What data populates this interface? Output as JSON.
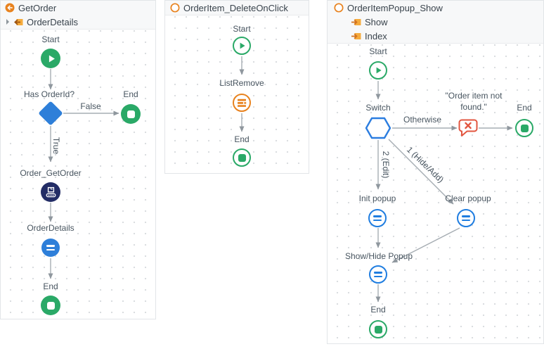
{
  "colors": {
    "green": "#2aa967",
    "blue_solid": "#2e7fd9",
    "blue_ring": "#1f7de0",
    "orange": "#e8821e",
    "red_message": "#e2553f",
    "navy_action": "#232d66",
    "param_yellow": "#f5ab3d",
    "wire_gray": "#a6adb3"
  },
  "icons": {
    "start": "play-circle",
    "end": "stop-circle",
    "assign": "equals-circle",
    "decision": "diamond",
    "switch": "hexagon",
    "message": "error-message-bubble",
    "list_remove": "list-remove-circle",
    "server_action": "server-action-circle",
    "input_param": "input-parameter-arrow",
    "output_param": "output-parameter-arrow",
    "expander": "chevron-right"
  },
  "flows": [
    {
      "title": "GetOrder",
      "tree": [
        {
          "label": "OrderDetails"
        }
      ],
      "nodes": {
        "start": "Start",
        "decision": "Has OrderId?",
        "end_branch": "End",
        "action": "Order_GetOrder",
        "assign": "OrderDetails",
        "end": "End"
      },
      "edges": {
        "false_label": "False",
        "true_label": "True"
      }
    },
    {
      "title": "OrderItem_DeleteOnClick",
      "nodes": {
        "start": "Start",
        "list_remove": "ListRemove",
        "end": "End"
      }
    },
    {
      "title": "OrderItemPopup_Show",
      "tree": [
        {
          "label": "Show"
        },
        {
          "label": "Index"
        }
      ],
      "nodes": {
        "start": "Start",
        "switch": "Switch",
        "message": "\"Order item not found.\"",
        "end_branch": "End",
        "init_popup": "Init popup",
        "clear_popup": "Clear popup",
        "show_hide": "Show/Hide Popup",
        "end": "End"
      },
      "edges": {
        "otherwise": "Otherwise",
        "case2": "2 (Edit)",
        "case1": "1 (Hide/Add)"
      }
    }
  ]
}
